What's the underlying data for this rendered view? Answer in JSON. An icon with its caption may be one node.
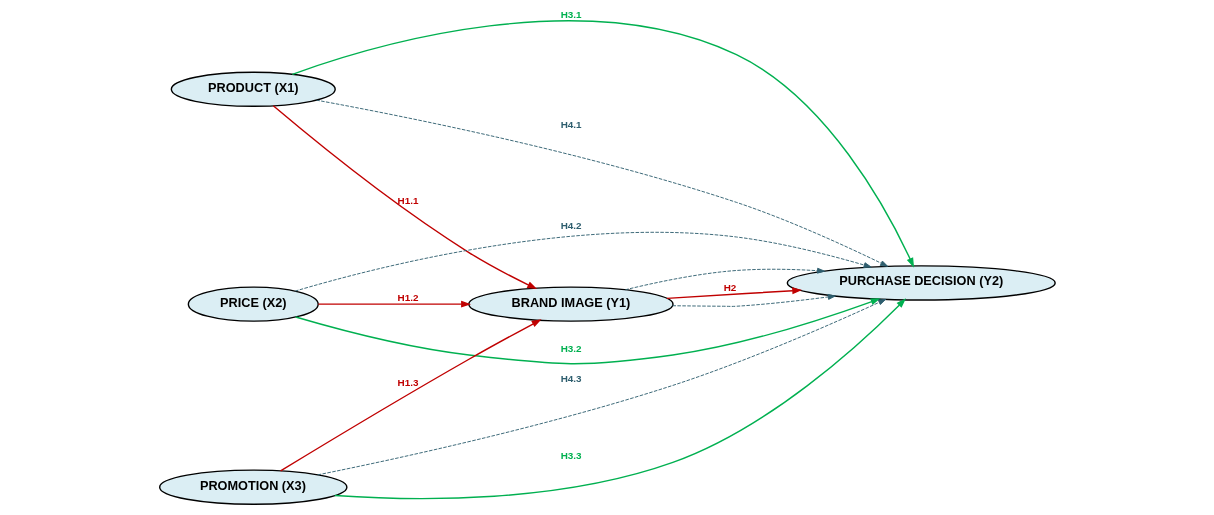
{
  "diagram": {
    "nodes": [
      {
        "text": [
          "PRODUCT (X1)"
        ]
      },
      {
        "text": [
          "PRICE (X2)"
        ]
      },
      {
        "text": [
          "PROMOTION (X3)"
        ]
      },
      {
        "text": [
          "BRAND IMAGE (Y1)"
        ]
      },
      {
        "text": [
          "PURCHASE DECISION (Y2)"
        ]
      }
    ],
    "edges": [
      {
        "from": 0,
        "to": 4,
        "arrow": "to",
        "label": "H3.1",
        "color": "#00b050"
      },
      {
        "from": 0,
        "to": 4,
        "arrow": "to",
        "label": "H4.1",
        "style": "dashed",
        "color": "#2e5e6e"
      },
      {
        "from": 0,
        "to": 3,
        "arrow": "to",
        "label": "H1.1",
        "color": "#c00000"
      },
      {
        "from": 1,
        "to": 4,
        "arrow": "to",
        "label": "H3.2",
        "color": "#00b050"
      },
      {
        "from": 3,
        "to": 4,
        "arrow": "to",
        "style": "dashed",
        "color": "#2e5e6e"
      },
      {
        "from": 1,
        "to": 3,
        "arrow": "to",
        "label": "H1.2",
        "color": "#c00000"
      },
      {
        "from": 3,
        "to": 4,
        "arrow": "to",
        "label": "H2",
        "color": "#c00000"
      },
      {
        "from": 1,
        "to": 4,
        "arrow": "to",
        "label": "H4.2",
        "style": "dashed",
        "color": "#2e5e6e"
      },
      {
        "from": 3,
        "to": 4,
        "arrow": "to",
        "style": "dashed",
        "color": "#2e5e6e"
      },
      {
        "from": 2,
        "to": 3,
        "arrow": "to",
        "label": "H1.3",
        "color": "#c00000"
      },
      {
        "from": 2,
        "to": 4,
        "arrow": "to",
        "label": "H4.3",
        "style": "dashed",
        "color": "#2e5e6e"
      },
      {
        "from": 2,
        "to": 4,
        "arrow": "to",
        "label": "H3.3",
        "color": "#00b050"
      }
    ]
  }
}
